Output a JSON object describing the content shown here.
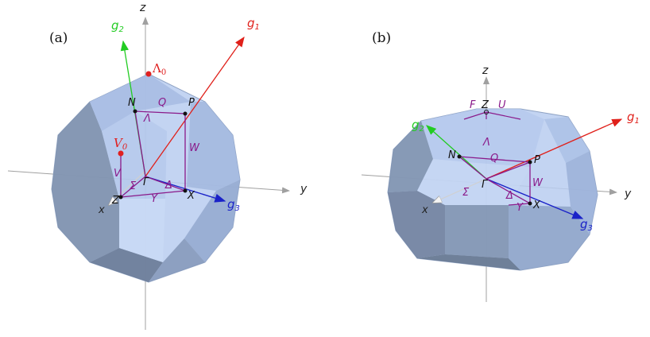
{
  "panels": [
    {
      "label": "(a)",
      "axes": {
        "x": "x",
        "y": "y",
        "z": "z"
      },
      "vectors": {
        "g1": "g",
        "g1_sub": "1",
        "g2": "g",
        "g2_sub": "2",
        "g3": "g",
        "g3_sub": "3"
      },
      "points": {
        "lambda0": "Λ",
        "lambda0_sub": "0",
        "v0": "V",
        "v0_sub": "0",
        "N": "N",
        "P": "P",
        "Gamma": "Γ",
        "Z": "Z",
        "X": "X"
      },
      "lines": {
        "Q": "Q",
        "Lambda": "Λ",
        "W": "W",
        "V": "V",
        "Sigma": "Σ",
        "Delta": "Δ",
        "Y": "Y"
      }
    },
    {
      "label": "(b)",
      "axes": {
        "x": "x",
        "y": "y",
        "z": "z"
      },
      "vectors": {
        "g1": "g",
        "g1_sub": "1",
        "g2": "g",
        "g2_sub": "2",
        "g3": "g",
        "g3_sub": "3"
      },
      "points": {
        "N": "N",
        "P": "P",
        "Gamma": "Γ",
        "Z": "Z",
        "X": "X"
      },
      "lines": {
        "F": "F",
        "U": "U",
        "Lambda": "Λ",
        "Q": "Q",
        "W": "W",
        "Sigma": "Σ",
        "Delta": "Δ",
        "Y": "Y"
      }
    }
  ],
  "colors": {
    "g1": "#e0201a",
    "g2": "#22cc22",
    "g3": "#1a22c8",
    "path": "#8a1a8a",
    "point": "#111111",
    "red_point": "#e02020",
    "solid_light": "#b9cdf0",
    "solid_dark": "#6f7f99",
    "axis": "#9a9a9a"
  }
}
